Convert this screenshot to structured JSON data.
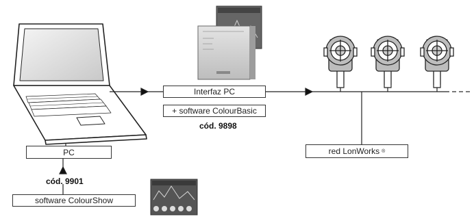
{
  "labels": {
    "interface": "Interfaz PC",
    "colourbasic": "+ software ColourBasic",
    "code_9898": "cód. 9898",
    "pc": "PC",
    "code_9901": "cód. 9901",
    "colourshow": "software ColourShow",
    "lonworks": "red LonWorks",
    "lonworks_mark": "®"
  },
  "icons": [
    "laptop-icon",
    "interface-device-icon",
    "software-screenshot-icon",
    "spotlight-icon"
  ]
}
